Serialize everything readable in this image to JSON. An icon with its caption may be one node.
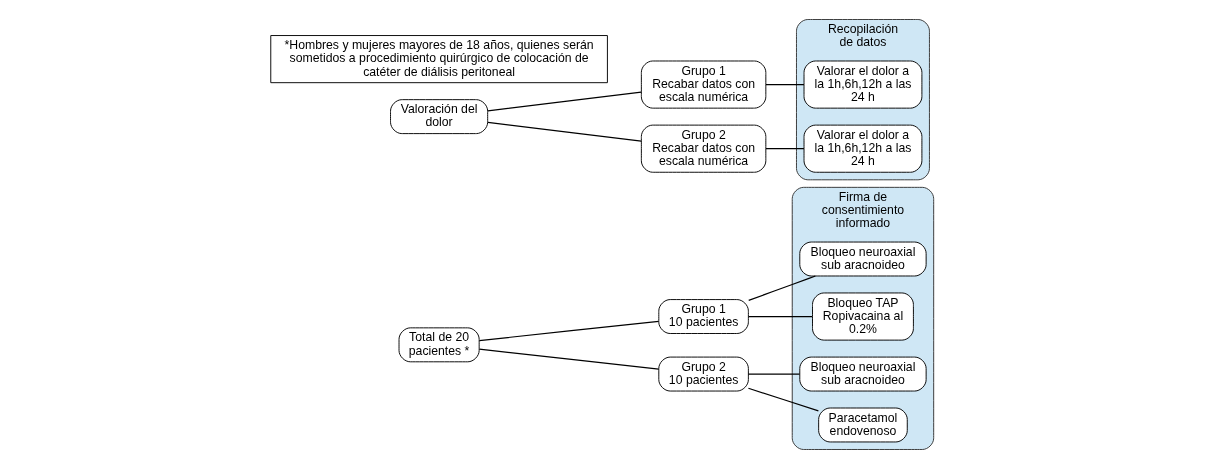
{
  "diagram": {
    "nodes": [
      {
        "text": [
          "Total de 20 pacientes *"
        ]
      },
      {
        "text": [
          "Grupo 1",
          "10 pacientes"
        ]
      },
      {
        "text": [
          "Grupo 2",
          "10 pacientes"
        ]
      },
      {
        "text": [
          "Firma de consentimiento informado"
        ]
      },
      {
        "text": [
          "Bloqueo neuroaxial sub aracnoideo"
        ],
        "in": 3
      },
      {
        "text": [
          "Bloqueo TAP Ropivacaina al 0.2%"
        ],
        "in": 3
      },
      {
        "text": [
          "Bloqueo neuroaxial sub aracnoideo"
        ],
        "in": 3
      },
      {
        "text": [
          "Paracetamol endovenoso"
        ],
        "in": 3
      },
      {
        "text": [
          "Valoración del dolor"
        ]
      },
      {
        "text": [
          "Grupo 1",
          "Recabar datos con escala numérica"
        ]
      },
      {
        "text": [
          "Grupo 2",
          "Recabar datos con escala numérica"
        ]
      },
      {
        "text": [
          "Recopilación de datos"
        ]
      },
      {
        "text": [
          "Valorar el dolor a la 1h,6h,12h a las 24 h"
        ],
        "in": 11
      },
      {
        "text": [
          "Valorar el dolor a la 1h,6h,12h a las 24 h"
        ],
        "in": 11
      },
      {
        "text": [
          "*Hombres y mujeres mayores de 18 años, quienes serán sometidos a procedimiento quirúrgico de colocación de catéter de diálisis peritoneal"
        ]
      }
    ],
    "edges": [
      {
        "from": 0,
        "to": 1,
        "arrow": "none"
      },
      {
        "from": 0,
        "to": 2,
        "arrow": "none"
      },
      {
        "from": 1,
        "to": 4,
        "arrow": "none"
      },
      {
        "from": 1,
        "to": 5,
        "arrow": "none"
      },
      {
        "from": 2,
        "to": 6,
        "arrow": "none"
      },
      {
        "from": 2,
        "to": 7,
        "arrow": "none"
      },
      {
        "from": 8,
        "to": 9,
        "arrow": "none"
      },
      {
        "from": 8,
        "to": 10,
        "arrow": "none"
      },
      {
        "from": 9,
        "to": 12,
        "arrow": "none"
      },
      {
        "from": 10,
        "to": 13,
        "arrow": "none"
      }
    ]
  }
}
